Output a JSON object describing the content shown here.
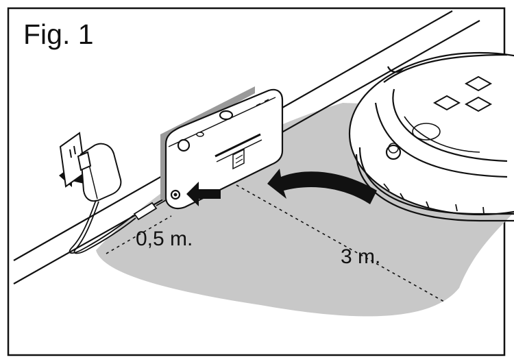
{
  "figure": {
    "label": "Fig. 1",
    "distance_near": "0,5 m.",
    "distance_far": "3 m."
  },
  "colors": {
    "outline": "#111111",
    "shade": "#c8c8c8",
    "background": "#ffffff"
  }
}
